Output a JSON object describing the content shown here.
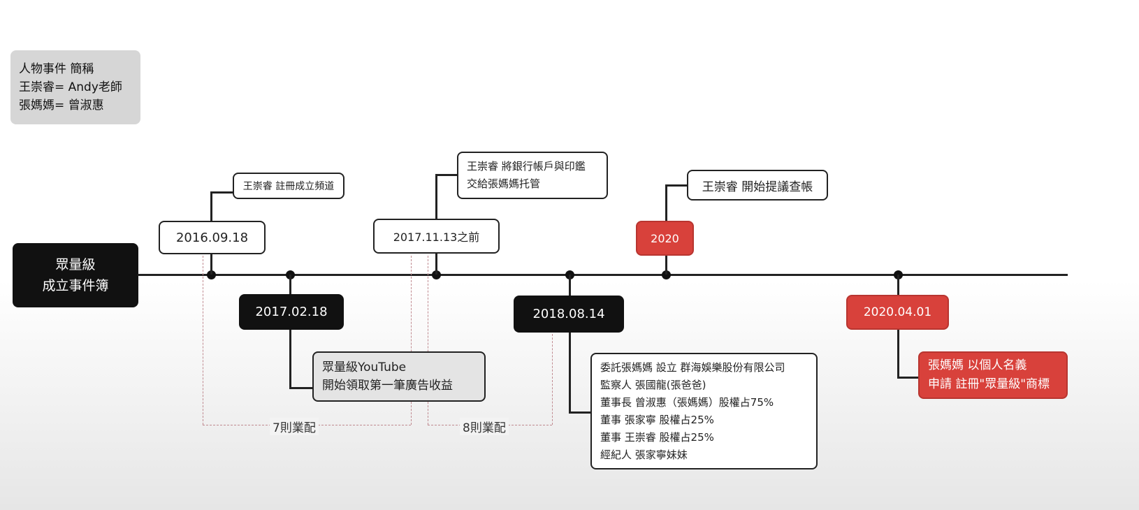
{
  "legend": {
    "lines": [
      "人物事件 簡稱",
      "王崇睿= Andy老師",
      "張媽媽= 曾淑惠"
    ]
  },
  "root": {
    "lines": [
      "眾量級",
      "成立事件簿"
    ]
  },
  "events": [
    {
      "date": "2016.09.18",
      "note": "王崇睿 註冊成立頻道"
    },
    {
      "date": "2017.02.18",
      "note_lines": [
        "眾量級YouTube",
        "開始領取第一筆廣告收益"
      ]
    },
    {
      "date": "2017.11.13之前",
      "note_lines": [
        "王崇睿 將銀行帳戶與印鑑",
        "交給張媽媽托管"
      ]
    },
    {
      "date": "2018.08.14",
      "note_lines": [
        "委託張媽媽 設立 群海娛樂股份有限公司",
        "監察人 張國龍(張爸爸)",
        "董事長 曾淑惠（張媽媽）股權占75%",
        "董事 張家寧 股權占25%",
        "董事 王崇睿 股權占25%",
        "經紀人 張家寧妹妹"
      ]
    },
    {
      "date": "2020",
      "note": "王崇睿 開始提議查帳"
    },
    {
      "date": "2020.04.01",
      "note_lines": [
        "張媽媽 以個人名義",
        "申請 註冊\"眾量級\"商標"
      ]
    }
  ],
  "spans": [
    {
      "label": "7則業配"
    },
    {
      "label": "8則業配"
    }
  ],
  "colors": {
    "accent_red": "#d8413b",
    "dashed": "#c08a90"
  }
}
